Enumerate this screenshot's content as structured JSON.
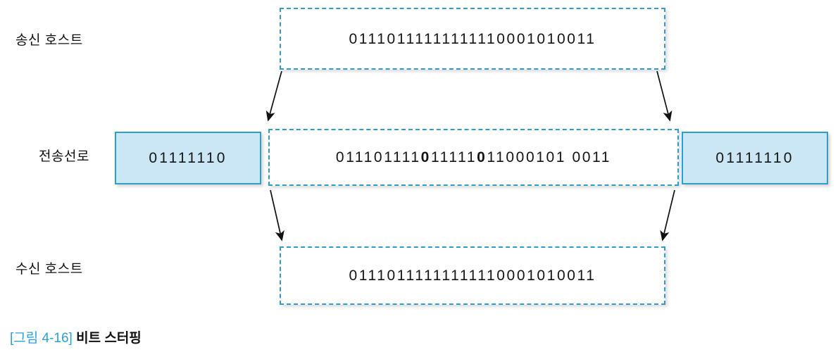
{
  "figure": {
    "caption_tag": "[그림 4-16]",
    "caption_title": "비트 스터핑",
    "accent_color": "#2a9fd0",
    "flag_fill_color": "#cbe7f5",
    "caption_tag_color": "#2aa3dd"
  },
  "rows": {
    "sender": {
      "label": "송신 호스트",
      "bits": "01110111111111110001010011"
    },
    "line": {
      "label": "전송선로",
      "flag_left": "01111110",
      "flag_right": "01111110",
      "bits_segment_1": "011101111",
      "stuffed_bit_1": "0",
      "bits_segment_2": "11111",
      "stuffed_bit_2": "0",
      "bits_segment_3": "11000101 0011"
    },
    "receiver": {
      "label": "수신 호스트",
      "bits": "01110111111111110001010011"
    }
  },
  "arrows": [
    {
      "name": "arrow-sender-left-to-line",
      "direction": "down-left"
    },
    {
      "name": "arrow-sender-right-to-line",
      "direction": "down-right"
    },
    {
      "name": "arrow-line-left-to-receiver",
      "direction": "down-left"
    },
    {
      "name": "arrow-line-right-to-receiver",
      "direction": "down-right"
    }
  ]
}
